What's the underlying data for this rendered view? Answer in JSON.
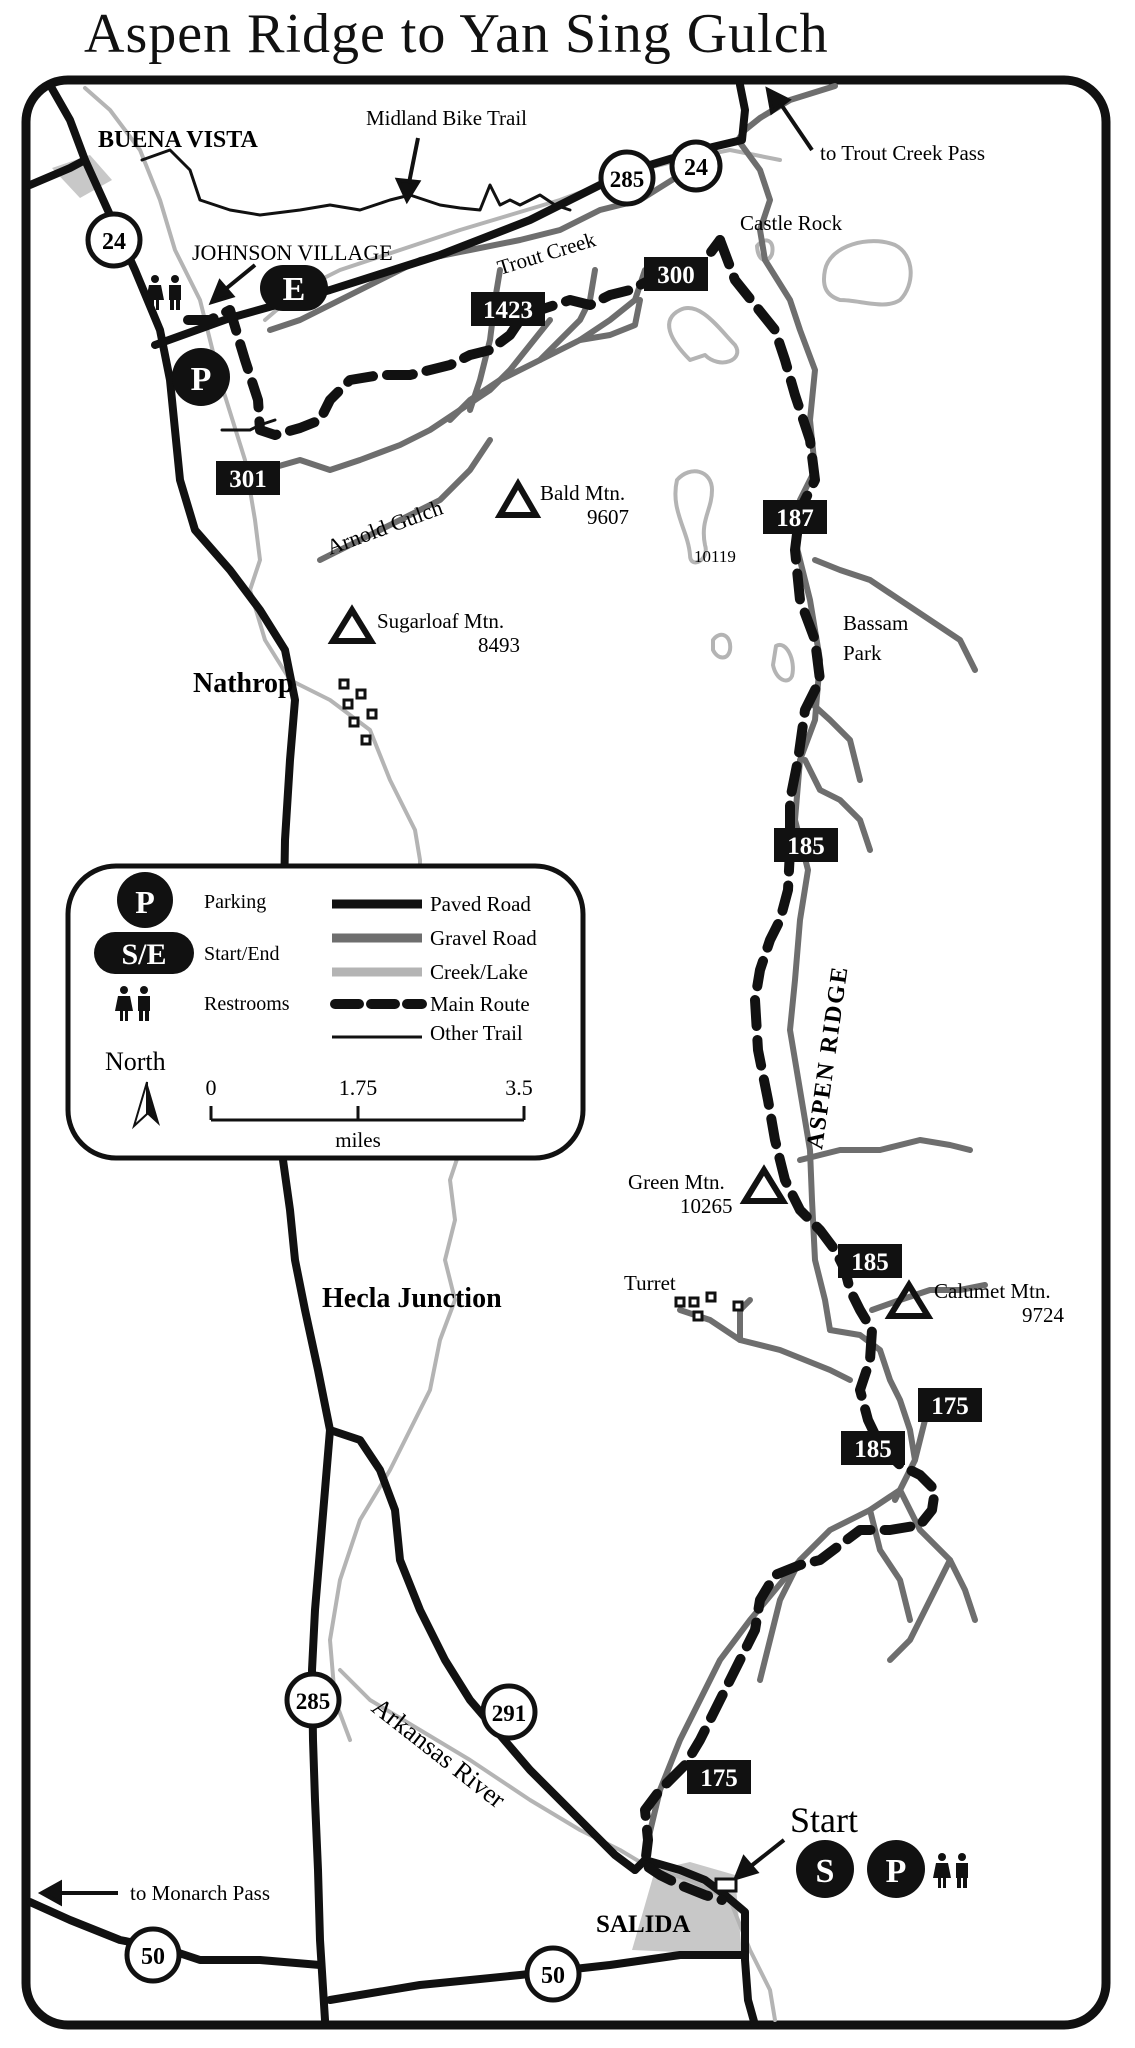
{
  "title": "Aspen Ridge to Yan Sing Gulch",
  "places": {
    "buena_vista": "BUENA VISTA",
    "johnson_village": "JOHNSON VILLAGE",
    "nathrop": "Nathrop",
    "hecla_junction": "Hecla Junction",
    "salida": "SALIDA"
  },
  "features": {
    "midland_bike_trail": "Midland Bike Trail",
    "trout_creek": "Trout Creek",
    "arnold_gulch": "Arnold Gulch",
    "aspen_ridge": "ASPEN RIDGE",
    "arkansas_river": "Arkansas River",
    "castle_rock": "Castle Rock",
    "bassam_park_1": "Bassam",
    "bassam_park_2": "Park",
    "turret": "Turret"
  },
  "peaks": {
    "bald_name": "Bald Mtn.",
    "bald_elev": "9607",
    "sugarloaf_name": "Sugarloaf Mtn.",
    "sugarloaf_elev": "8493",
    "green_name": "Green Mtn.",
    "green_elev": "10265",
    "calumet_name": "Calumet Mtn.",
    "calumet_elev": "9724",
    "lake_elev": "10119"
  },
  "directions": {
    "trout_creek_pass": "to Trout Creek Pass",
    "monarch_pass": "to Monarch Pass"
  },
  "highways": {
    "h24_top": "24",
    "h24_left": "24",
    "h285_top": "285",
    "h285_bottom": "285",
    "h291": "291",
    "h50_left": "50",
    "h50_bottom": "50"
  },
  "roads": {
    "r300": "300",
    "r1423": "1423",
    "r301": "301",
    "r187": "187",
    "r185_a": "185",
    "r185_b": "185",
    "r185_c": "185",
    "r175_a": "175",
    "r175_b": "175"
  },
  "markers": {
    "end": "E",
    "parking_top": "P",
    "start_s": "S",
    "start_p": "P",
    "start_label": "Start"
  },
  "legend": {
    "parking_symbol": "P",
    "parking": "Parking",
    "start_end_symbol": "S/E",
    "start_end": "Start/End",
    "restrooms": "Restrooms",
    "paved": "Paved Road",
    "gravel": "Gravel Road",
    "creek": "Creek/Lake",
    "main_route": "Main Route",
    "other_trail": "Other Trail",
    "north": "North",
    "scale_0": "0",
    "scale_mid": "1.75",
    "scale_max": "3.5",
    "scale_unit": "miles"
  },
  "colors": {
    "paved": "#111111",
    "gravel": "#6e6e6e",
    "creek": "#b4b4b4",
    "town": "#c8c8c8"
  }
}
